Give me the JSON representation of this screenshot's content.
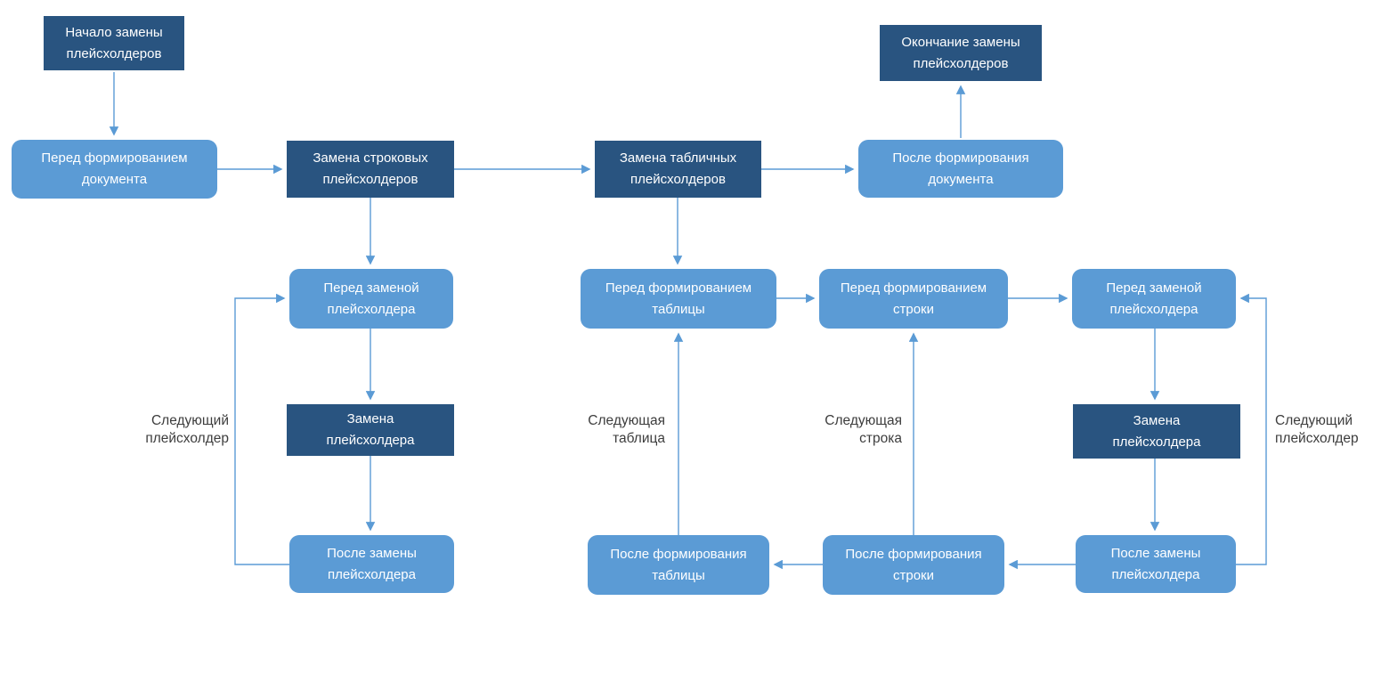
{
  "colors": {
    "node_dark": "#295480",
    "node_light": "#5B9BD5",
    "connector": "#5B9BD5",
    "edge_label_text": "#3D3D3D",
    "node_text": "#FFFFFF",
    "background": "#FFFFFF"
  },
  "nodes": {
    "start": {
      "label": "Начало замены\nплейсхолдеров"
    },
    "end": {
      "label": "Окончание замены\nплейсхолдеров"
    },
    "before_document": {
      "label": "Перед формированием\nдокумента"
    },
    "replace_string_placeholders": {
      "label": "Замена строковых\nплейсхолдеров"
    },
    "replace_table_placeholders": {
      "label": "Замена табличных\nплейсхолдеров"
    },
    "after_document": {
      "label": "После формирования\nдокумента"
    },
    "before_placeholder_left": {
      "label": "Перед заменой\nплейсхолдера"
    },
    "before_table": {
      "label": "Перед формированием\nтаблицы"
    },
    "before_row": {
      "label": "Перед формированием\nстроки"
    },
    "before_placeholder_right": {
      "label": "Перед заменой\nплейсхолдера"
    },
    "replace_placeholder_left": {
      "label": "Замена\nплейсхолдера"
    },
    "replace_placeholder_right": {
      "label": "Замена\nплейсхолдера"
    },
    "after_placeholder_left": {
      "label": "После замены\nплейсхолдера"
    },
    "after_table": {
      "label": "После формирования\nтаблицы"
    },
    "after_row": {
      "label": "После формирования\nстроки"
    },
    "after_placeholder_right": {
      "label": "После замены\nплейсхолдера"
    }
  },
  "edge_labels": {
    "next_placeholder_left": "Следующий\nплейсхолдер",
    "next_table": "Следующая\nтаблица",
    "next_row": "Следующая\nстрока",
    "next_placeholder_right": "Следующий\nплейсхолдер"
  }
}
